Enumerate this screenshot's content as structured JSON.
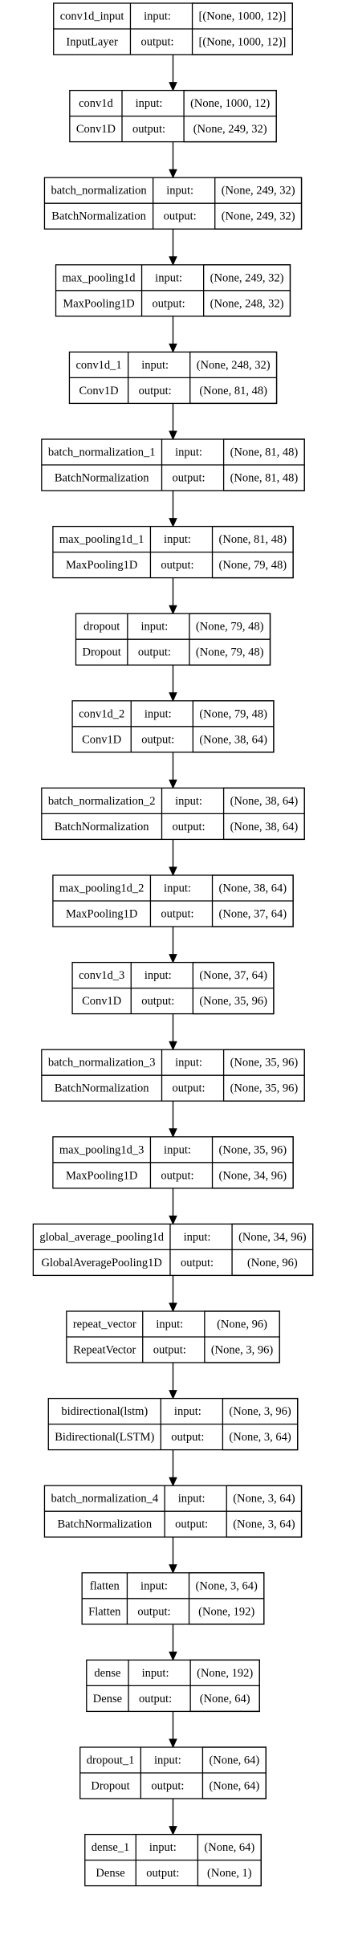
{
  "layers": [
    {
      "name": "conv1d_input",
      "type": "InputLayer",
      "input": "[(None, 1000, 12)]",
      "output": "[(None, 1000, 12)]"
    },
    {
      "name": "conv1d",
      "type": "Conv1D",
      "input": "(None, 1000, 12)",
      "output": "(None, 249, 32)"
    },
    {
      "name": "batch_normalization",
      "type": "BatchNormalization",
      "input": "(None, 249, 32)",
      "output": "(None, 249, 32)"
    },
    {
      "name": "max_pooling1d",
      "type": "MaxPooling1D",
      "input": "(None, 249, 32)",
      "output": "(None, 248, 32)"
    },
    {
      "name": "conv1d_1",
      "type": "Conv1D",
      "input": "(None, 248, 32)",
      "output": "(None, 81, 48)"
    },
    {
      "name": "batch_normalization_1",
      "type": "BatchNormalization",
      "input": "(None, 81, 48)",
      "output": "(None, 81, 48)"
    },
    {
      "name": "max_pooling1d_1",
      "type": "MaxPooling1D",
      "input": "(None, 81, 48)",
      "output": "(None, 79, 48)"
    },
    {
      "name": "dropout",
      "type": "Dropout",
      "input": "(None, 79, 48)",
      "output": "(None, 79, 48)"
    },
    {
      "name": "conv1d_2",
      "type": "Conv1D",
      "input": "(None, 79, 48)",
      "output": "(None, 38, 64)"
    },
    {
      "name": "batch_normalization_2",
      "type": "BatchNormalization",
      "input": "(None, 38, 64)",
      "output": "(None, 38, 64)"
    },
    {
      "name": "max_pooling1d_2",
      "type": "MaxPooling1D",
      "input": "(None, 38, 64)",
      "output": "(None, 37, 64)"
    },
    {
      "name": "conv1d_3",
      "type": "Conv1D",
      "input": "(None, 37, 64)",
      "output": "(None, 35, 96)"
    },
    {
      "name": "batch_normalization_3",
      "type": "BatchNormalization",
      "input": "(None, 35, 96)",
      "output": "(None, 35, 96)"
    },
    {
      "name": "max_pooling1d_3",
      "type": "MaxPooling1D",
      "input": "(None, 35, 96)",
      "output": "(None, 34, 96)"
    },
    {
      "name": "global_average_pooling1d",
      "type": "GlobalAveragePooling1D",
      "input": "(None, 34, 96)",
      "output": "(None, 96)"
    },
    {
      "name": "repeat_vector",
      "type": "RepeatVector",
      "input": "(None, 96)",
      "output": "(None, 3, 96)"
    },
    {
      "name": "bidirectional(lstm)",
      "type": "Bidirectional(LSTM)",
      "input": "(None, 3, 96)",
      "output": "(None, 3, 64)"
    },
    {
      "name": "batch_normalization_4",
      "type": "BatchNormalization",
      "input": "(None, 3, 64)",
      "output": "(None, 3, 64)"
    },
    {
      "name": "flatten",
      "type": "Flatten",
      "input": "(None, 3, 64)",
      "output": "(None, 192)"
    },
    {
      "name": "dense",
      "type": "Dense",
      "input": "(None, 192)",
      "output": "(None, 64)"
    },
    {
      "name": "dropout_1",
      "type": "Dropout",
      "input": "(None, 64)",
      "output": "(None, 64)"
    },
    {
      "name": "dense_1",
      "type": "Dense",
      "input": "(None, 64)",
      "output": "(None, 1)"
    }
  ],
  "labels": {
    "input": "input:",
    "output": "output:"
  }
}
